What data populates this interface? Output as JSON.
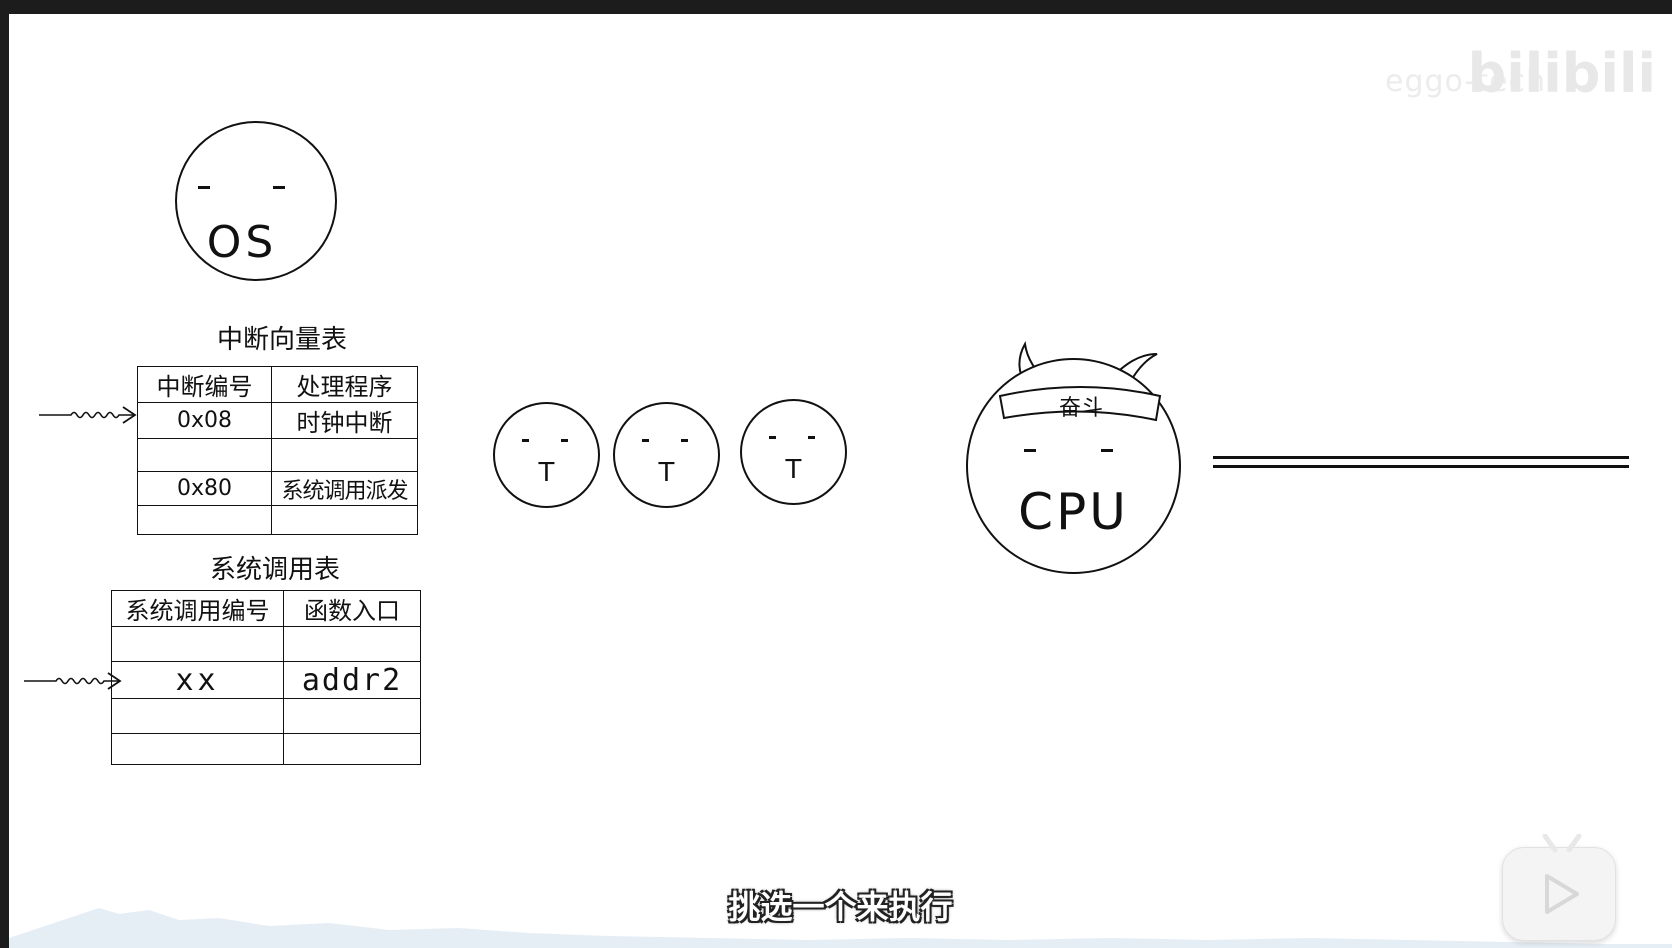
{
  "watermark": {
    "text": "eggo-tech",
    "logo_text": "bilibili"
  },
  "characters": {
    "os_label": "OS",
    "thread_label": "T",
    "cpu_label": "CPU",
    "cpu_headband": "奋斗"
  },
  "interrupt_table": {
    "title": "中断向量表",
    "headers": [
      "中断编号",
      "处理程序"
    ],
    "rows": [
      [
        "0x08",
        "时钟中断"
      ],
      [
        "",
        ""
      ],
      [
        "0x80",
        "系统调用派发"
      ],
      [
        "",
        ""
      ]
    ]
  },
  "syscall_table": {
    "title": "系统调用表",
    "headers": [
      "系统调用编号",
      "函数入口"
    ],
    "rows": [
      [
        "",
        ""
      ],
      [
        "xx",
        "addr2"
      ],
      [
        "",
        ""
      ],
      [
        "",
        ""
      ]
    ]
  },
  "subtitle": "挑选一个来执行",
  "player": {
    "play_icon": "play-icon"
  }
}
